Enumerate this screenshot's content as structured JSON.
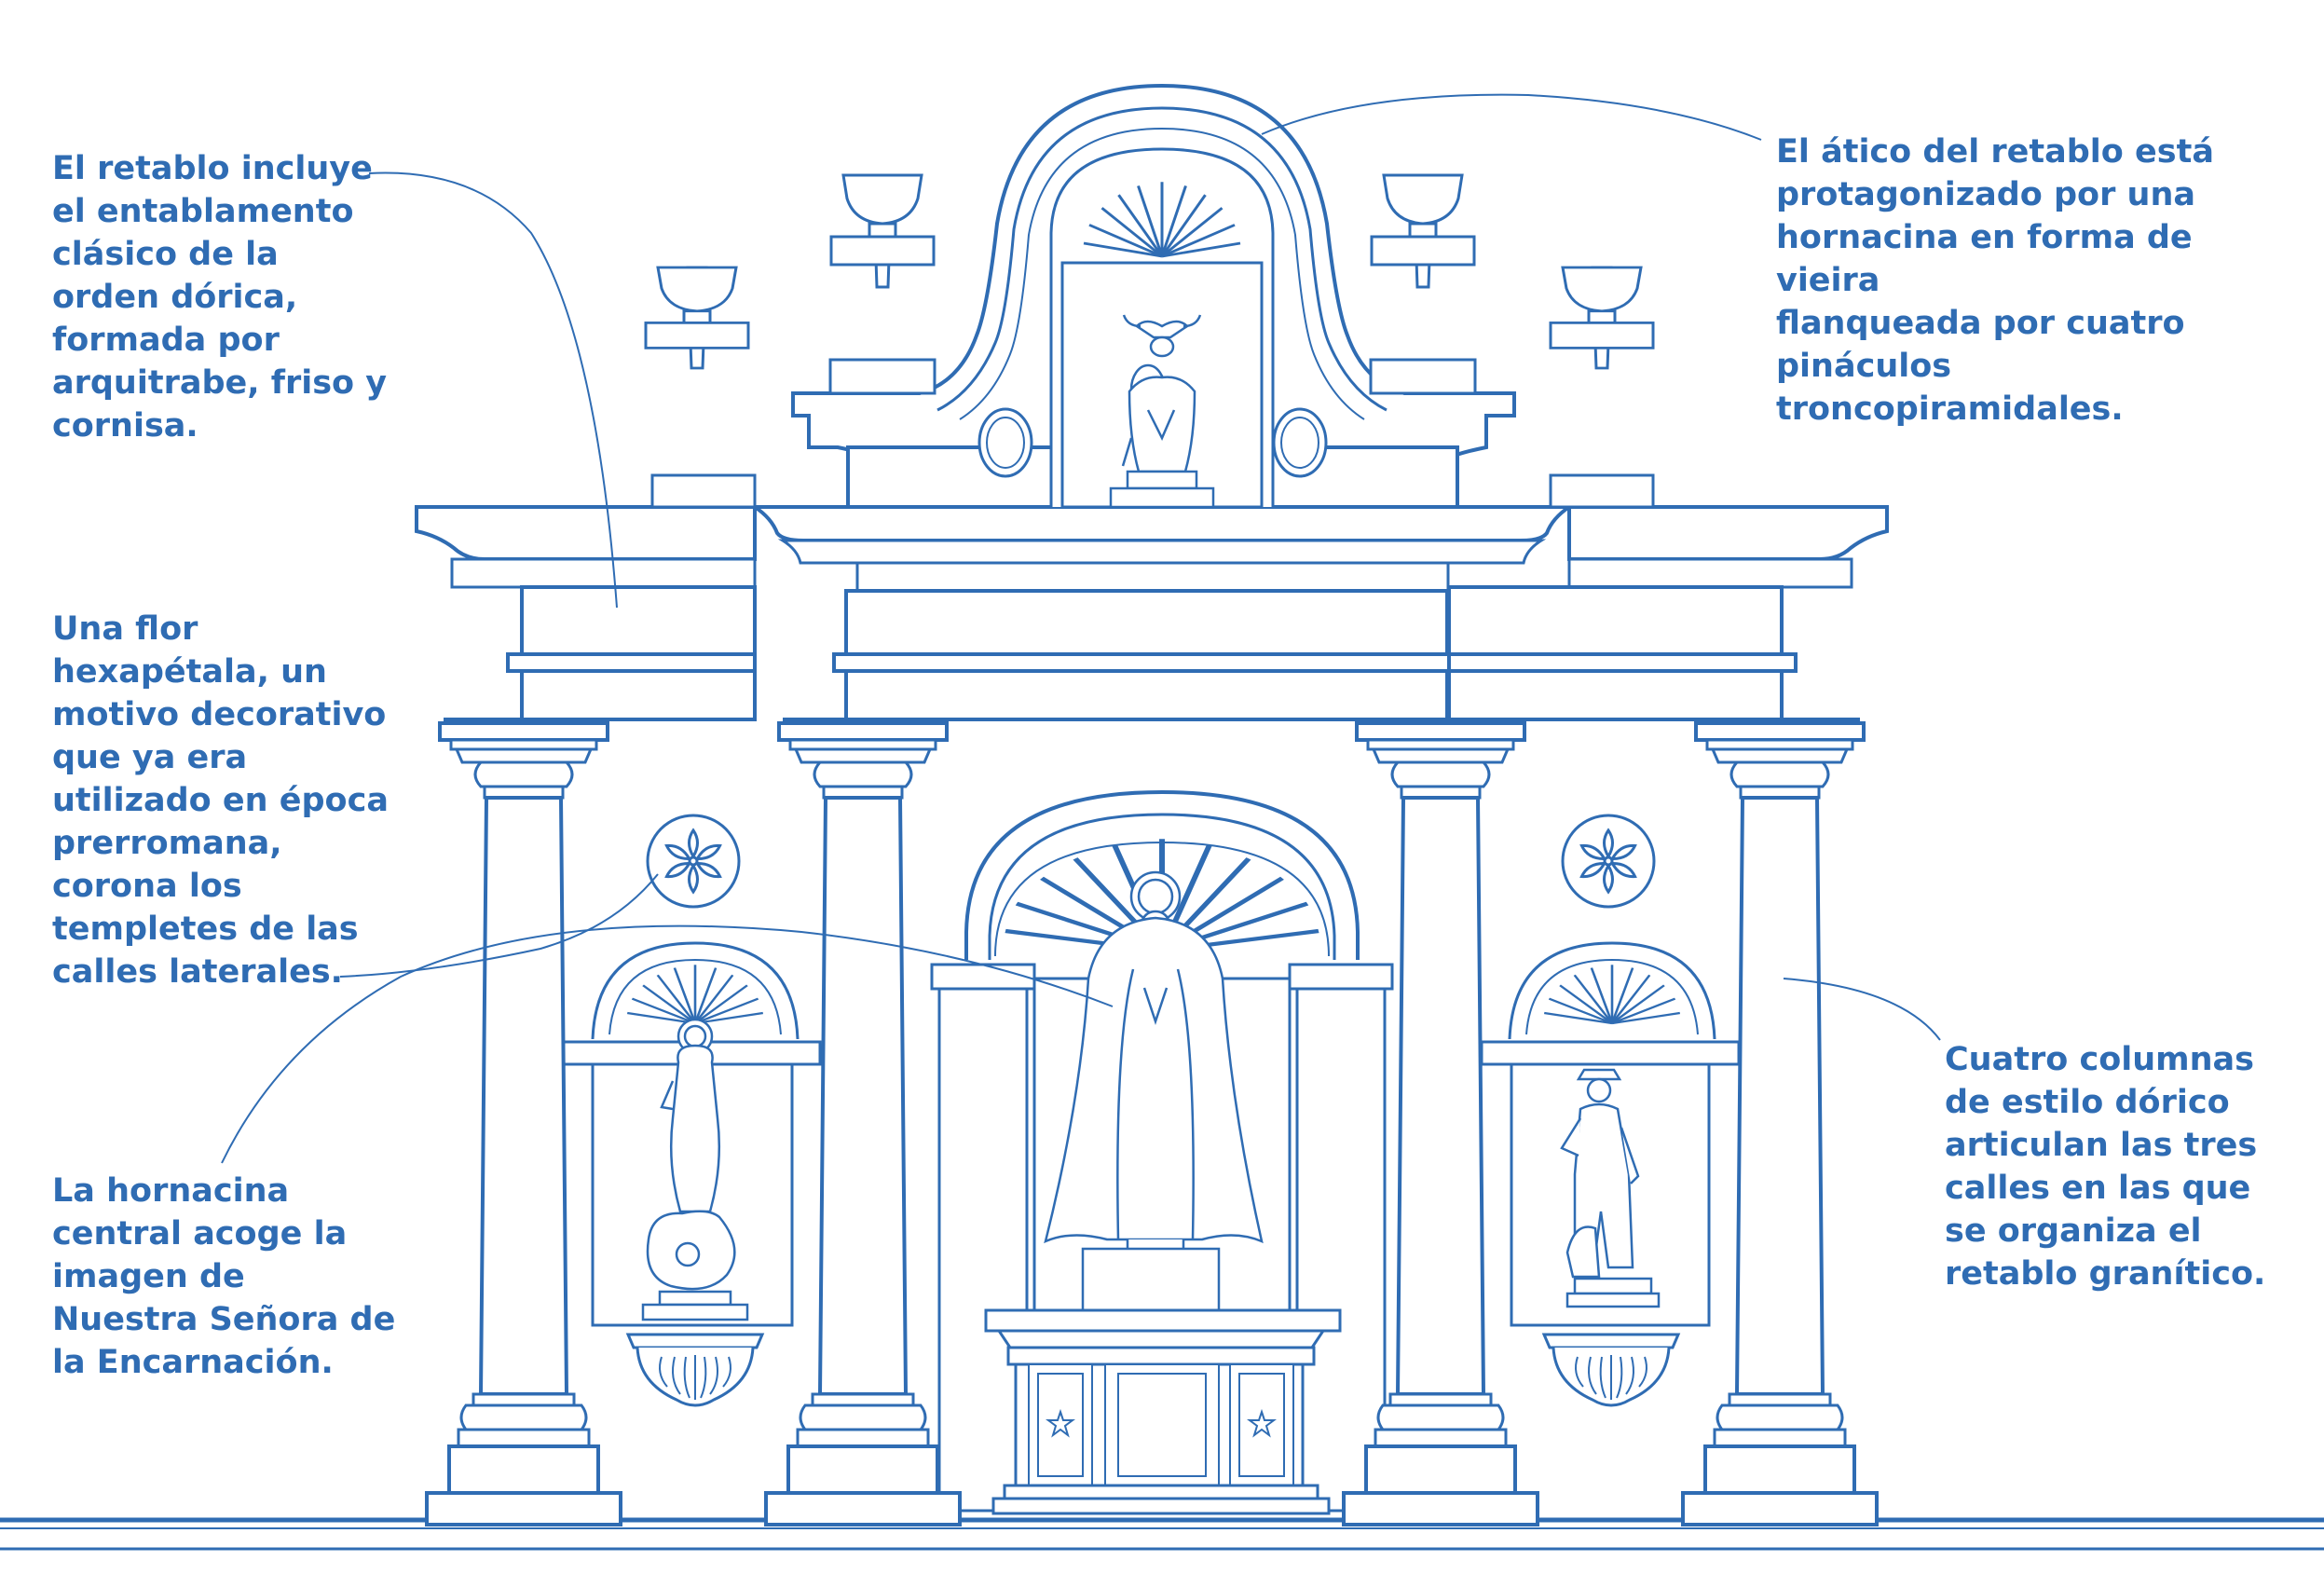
{
  "annotations": {
    "entablamento": "El retablo incluye\nel entablamento\nclásico de la\norden dórica,\nformada por\narquitrabe, friso y\ncornisa.",
    "flor": "Una flor\nhexapétala, un\nmotivo decorativo\nque ya era\nutilizado en época\nprerromana,\ncorona los\ntempletes de las\ncalles laterales.",
    "hornacina_central": "La hornacina\ncentral acoge la\nimagen de\nNuestra Señora de\nla Encarnación.",
    "atico": "El ático del retablo está\nprotagonizado por una\nhornacina en forma de vieira\nflanqueada por cuatro\npináculos troncopiramidales.",
    "columnas": "Cuatro columnas\nde estilo dórico\narticulan las tres\ncalles en las que\nse organiza el\nretablo granítico."
  },
  "colors": {
    "line": "#2f6cb3",
    "text": "#2f6cb3",
    "background": "#ffffff"
  }
}
